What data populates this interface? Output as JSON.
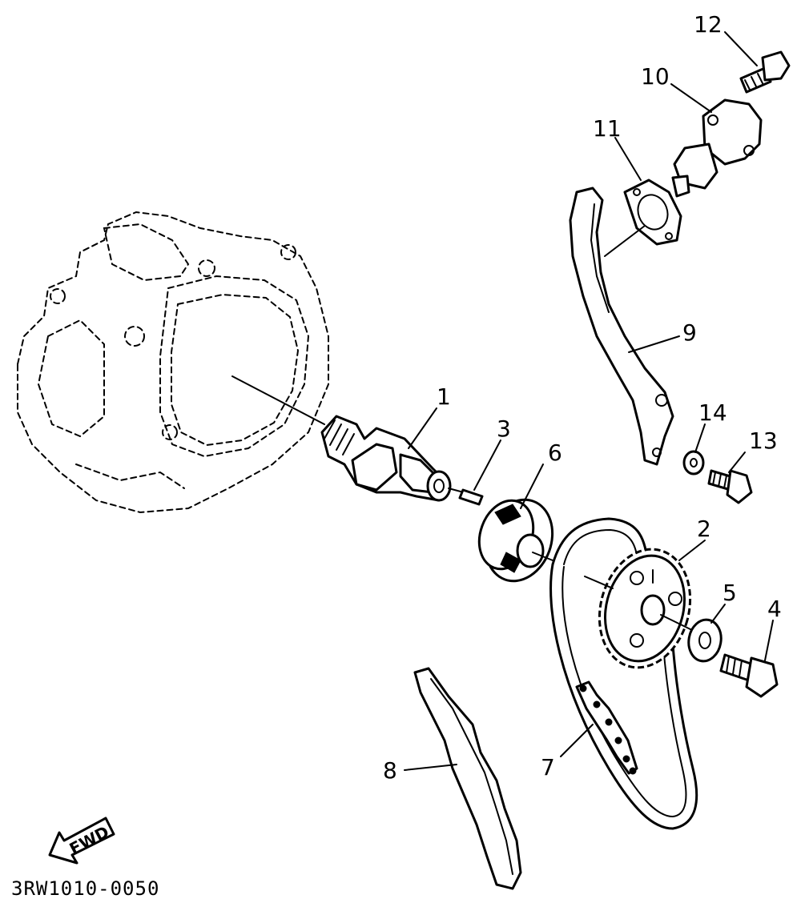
{
  "callouts": [
    {
      "id": "1",
      "label": "1"
    },
    {
      "id": "2",
      "label": "2"
    },
    {
      "id": "3",
      "label": "3"
    },
    {
      "id": "4",
      "label": "4"
    },
    {
      "id": "5",
      "label": "5"
    },
    {
      "id": "6",
      "label": "6"
    },
    {
      "id": "7",
      "label": "7"
    },
    {
      "id": "8",
      "label": "8"
    },
    {
      "id": "9",
      "label": "9"
    },
    {
      "id": "10",
      "label": "10"
    },
    {
      "id": "11",
      "label": "11"
    },
    {
      "id": "12",
      "label": "12"
    },
    {
      "id": "13",
      "label": "13"
    },
    {
      "id": "14",
      "label": "14"
    }
  ],
  "fwd_label": "FWD",
  "diagram_code": "3RW1010-0050"
}
